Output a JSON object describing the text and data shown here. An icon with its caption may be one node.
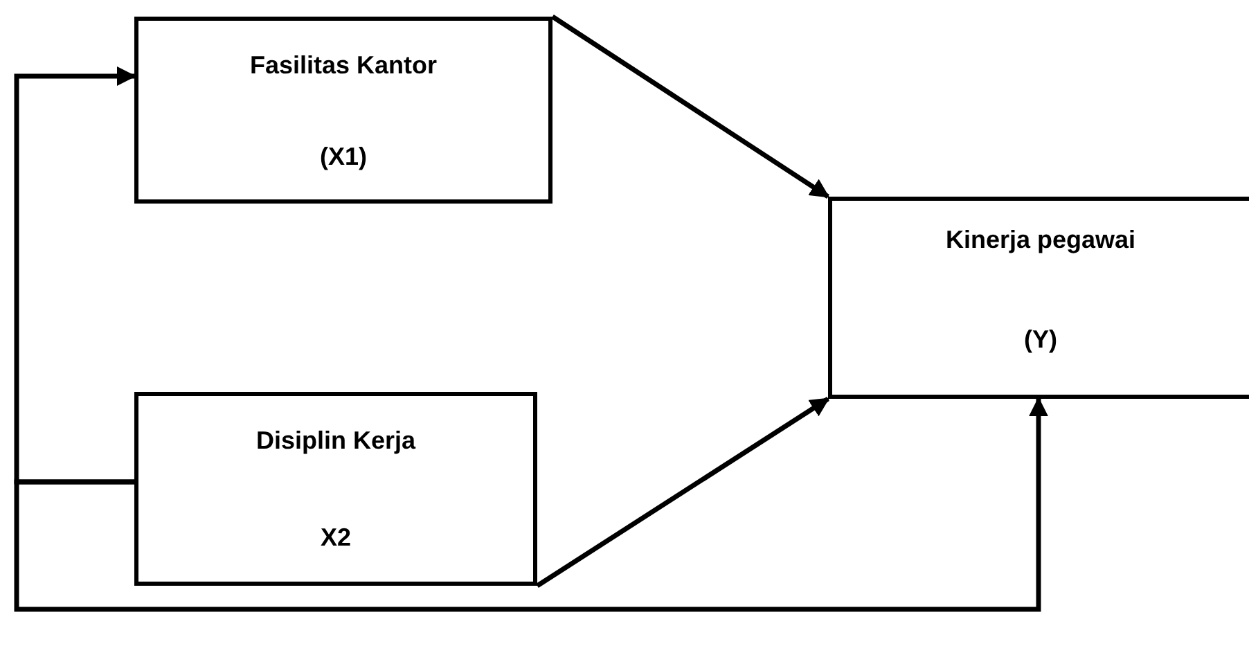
{
  "diagram": {
    "nodes": [
      {
        "text": [
          "Fasilitas Kantor",
          "(X1)"
        ]
      },
      {
        "text": [
          "Kinerja pegawai",
          "(Y)"
        ]
      },
      {
        "text": [
          "Disiplin Kerja",
          "X2"
        ]
      }
    ],
    "edges": [
      {
        "from": 0,
        "to": 1,
        "arrow": "to"
      },
      {
        "from": 2,
        "to": 1,
        "arrow": "to"
      },
      {
        "from": 2,
        "to": 0,
        "arrow": "to"
      },
      {
        "from": 2,
        "to": 1,
        "arrow": "to"
      }
    ]
  }
}
